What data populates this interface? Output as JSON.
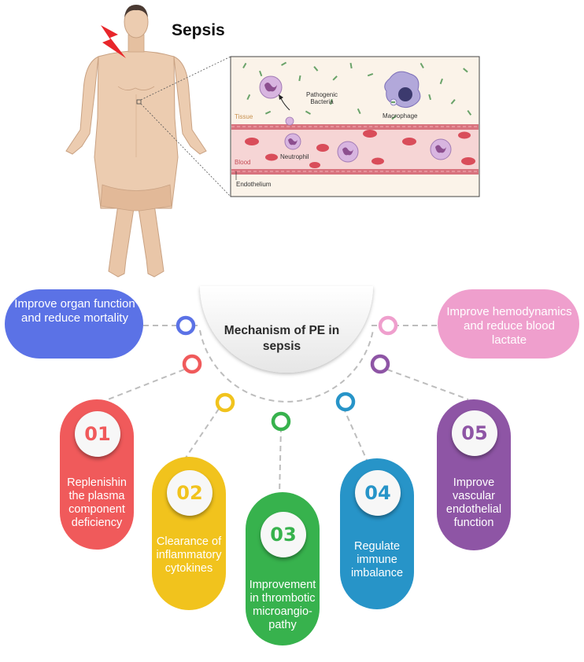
{
  "title": "Sepsis",
  "inset": {
    "tissue_label": "Tissue",
    "blood_label": "Blood",
    "bacteria_label": "Pathogenic Bacteria",
    "macrophage_label": "Macrophage",
    "neutrophil_label": "Neutrophil",
    "endothelium_label": "Endothelium"
  },
  "center": {
    "title": "Mechanism of PE in sepsis"
  },
  "side_left": {
    "text": "Improve organ function and reduce mortality",
    "color": "#5b72e6"
  },
  "side_right": {
    "text": "Improve hemodynamics and reduce blood lactate",
    "color": "#ef9fcd"
  },
  "items": [
    {
      "number": "01",
      "text": "Replenishin the plasma component deficiency",
      "color": "#f05a5b"
    },
    {
      "number": "02",
      "text": "Clearance of inflammatory cytokines",
      "color": "#f1c31d"
    },
    {
      "number": "03",
      "text": "Improvement in thrombotic microangio-pathy",
      "color": "#37b24d"
    },
    {
      "number": "04",
      "text": "Regulate immune imbalance",
      "color": "#2794c8"
    },
    {
      "number": "05",
      "text": "Improve vascular endothelial function",
      "color": "#8e55a5"
    }
  ]
}
